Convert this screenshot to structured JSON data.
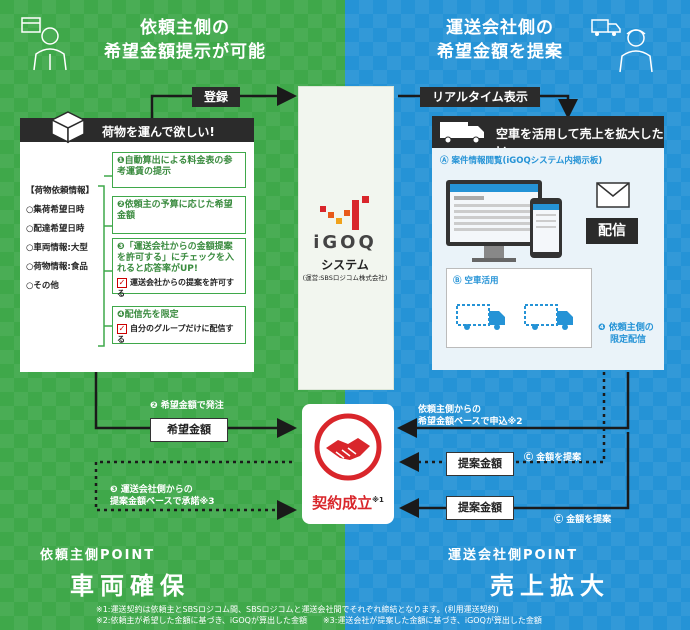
{
  "client_side": {
    "headline": [
      "依頼主側の",
      "希望金額提示が可能"
    ],
    "card_title": "荷物を運んで欲しい!",
    "info_header": "【荷物依頼情報】",
    "info_items": [
      "○集荷希望日時",
      "○配達希望日時",
      "○車両情報:大型",
      "○荷物情報:食品",
      "○その他"
    ],
    "steps": [
      {
        "num": "❶",
        "text": "自動算出による料金表の参考運賃の提示"
      },
      {
        "num": "❷",
        "text": "依頼主の予算に応じた希望金額"
      },
      {
        "num": "❸",
        "text": "「運送会社からの金額提案を許可する」にチェックを入れると応答率がUP!",
        "check": "運送会社からの提案を許可する"
      },
      {
        "num": "❹",
        "text": "配信先を限定",
        "check": "自分のグループだけに配信する"
      }
    ],
    "point_label": "依頼主側POINT",
    "point_big": "車両確保"
  },
  "carrier_side": {
    "headline": [
      "運送会社側の",
      "希望金額を提案"
    ],
    "card_title": "空車を活用して売上を拡大したい",
    "section_a": "Ⓐ 案件情報閲覧(iGOQシステム内掲示板)",
    "section_b": "Ⓑ 空車活用",
    "haishin": "配信",
    "limited": [
      "❹ 依頼主側の",
      "限定配信"
    ],
    "point_label": "運送会社側POINT",
    "point_big": "売上拡大"
  },
  "system": {
    "logo_text": "iGOQ",
    "name": "システム",
    "operator": "(運営:SBSロジコム株式会社)"
  },
  "flow": {
    "register": "登録",
    "realtime": "リアルタイム表示",
    "step2_label": "❷ 希望金額で発注",
    "kibou_box": "希望金額",
    "step3_label": [
      "❸ 運送会社側からの",
      "提案金額ベースで承諾※3"
    ],
    "offer_label": [
      "依頼主側からの",
      "希望金額ベースで申込※2"
    ],
    "proposal_box": "提案金額",
    "proposal_label": "Ⓒ 金額を提案",
    "contract": "契約成立",
    "contract_note": "※1"
  },
  "footnotes": [
    "※1:運送契約は依頼主とSBSロジコム間、SBSロジコムと運送会社間でそれぞれ締結となります。(利用運送契約)",
    "※2:依頼主が希望した金額に基づき、iGOQが算出した金額　　※3:運送会社が提案した金額に基づき、iGOQが算出した金額"
  ],
  "colors": {
    "green": "#3fa84a",
    "blue": "#2593d6",
    "red": "#d9262b",
    "dark": "#2b2b2b"
  }
}
